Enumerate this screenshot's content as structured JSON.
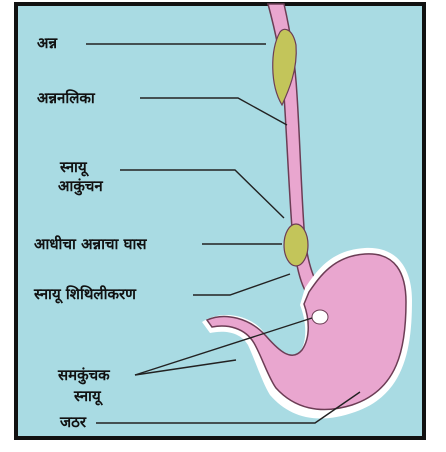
{
  "labels": {
    "food": "अन्न",
    "esophagus": "अन्ननलिका",
    "muscle_contraction_1": "स्नायू",
    "muscle_contraction_2": "आकुंचन",
    "previous_bolus": "आधीचा अन्नाचा घास",
    "muscle_relaxation": "स्नायू शिथिलीकरण",
    "sphincter_1": "समकुंचक",
    "sphincter_2": "स्नायू",
    "stomach": "जठर"
  },
  "colors": {
    "background": "#a9dbe3",
    "tube": "#e9a6cf",
    "tube_outline": "#6c3d55",
    "bolus": "#c3c55a",
    "wall": "#ffffff"
  }
}
